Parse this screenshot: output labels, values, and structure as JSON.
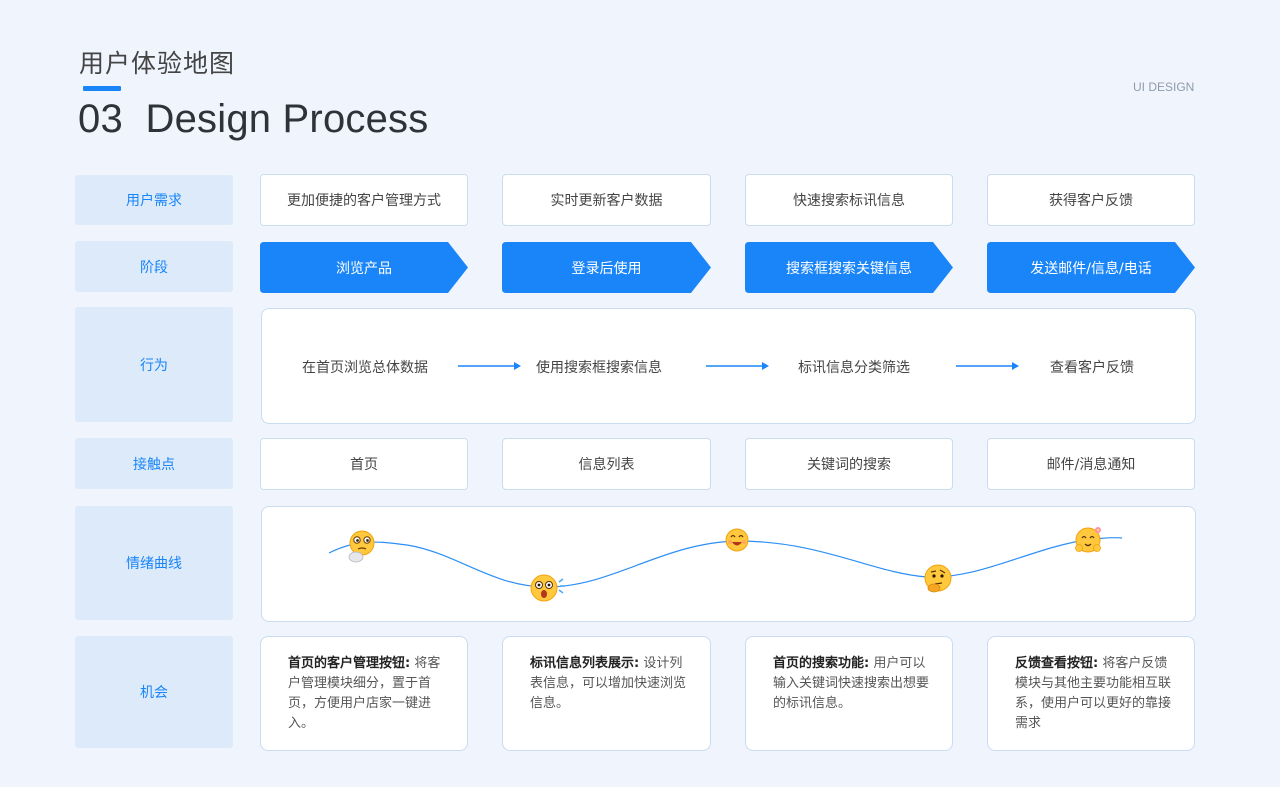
{
  "header": {
    "subtitle": "用户体验地图",
    "title": "03  Design Process",
    "tag": "UI DESIGN"
  },
  "labels": {
    "needs": "用户需求",
    "stage": "阶段",
    "behavior": "行为",
    "touchpoint": "接触点",
    "emotion": "情绪曲线",
    "opportunity": "机会"
  },
  "needs": [
    "更加便捷的客户管理方式",
    "实时更新客户数据",
    "快速搜索标讯信息",
    "获得客户反馈"
  ],
  "stages": [
    "浏览产品",
    "登录后使用",
    "搜索框搜索关键信息",
    "发送邮件/信息/电话"
  ],
  "behaviors": [
    "在首页浏览总体数据",
    "使用搜索框搜索信息",
    "标讯信息分类筛选",
    "查看客户反馈"
  ],
  "touchpoints": [
    "首页",
    "信息列表",
    "关键词的搜索",
    "邮件/消息通知"
  ],
  "emotions": [
    {
      "icon": "thinking-face-icon",
      "level": 0.7
    },
    {
      "icon": "shocked-face-icon",
      "level": 0.15
    },
    {
      "icon": "grinning-face-icon",
      "level": 0.85
    },
    {
      "icon": "pondering-face-icon",
      "level": 0.3
    },
    {
      "icon": "happy-face-icon",
      "level": 0.9
    }
  ],
  "opportunities": [
    {
      "title": "首页的客户管理按钮:",
      "body": " 将客户管理模块细分，置于首页，方便用户店家一键进入。"
    },
    {
      "title": "标讯信息列表展示:",
      "body": " 设计列表信息，可以增加快速浏览信息。"
    },
    {
      "title": "首页的搜索功能:",
      "body": " 用户可以输入关键词快速搜索出想要的标讯信息。"
    },
    {
      "title": "反馈查看按钮:",
      "body": " 将客户反馈模块与其他主要功能相互联系，使用户可以更好的靠接需求"
    }
  ],
  "colors": {
    "accent": "#1a85f8",
    "label_bg": "#dceafa",
    "page_bg": "#f0f5fd"
  }
}
